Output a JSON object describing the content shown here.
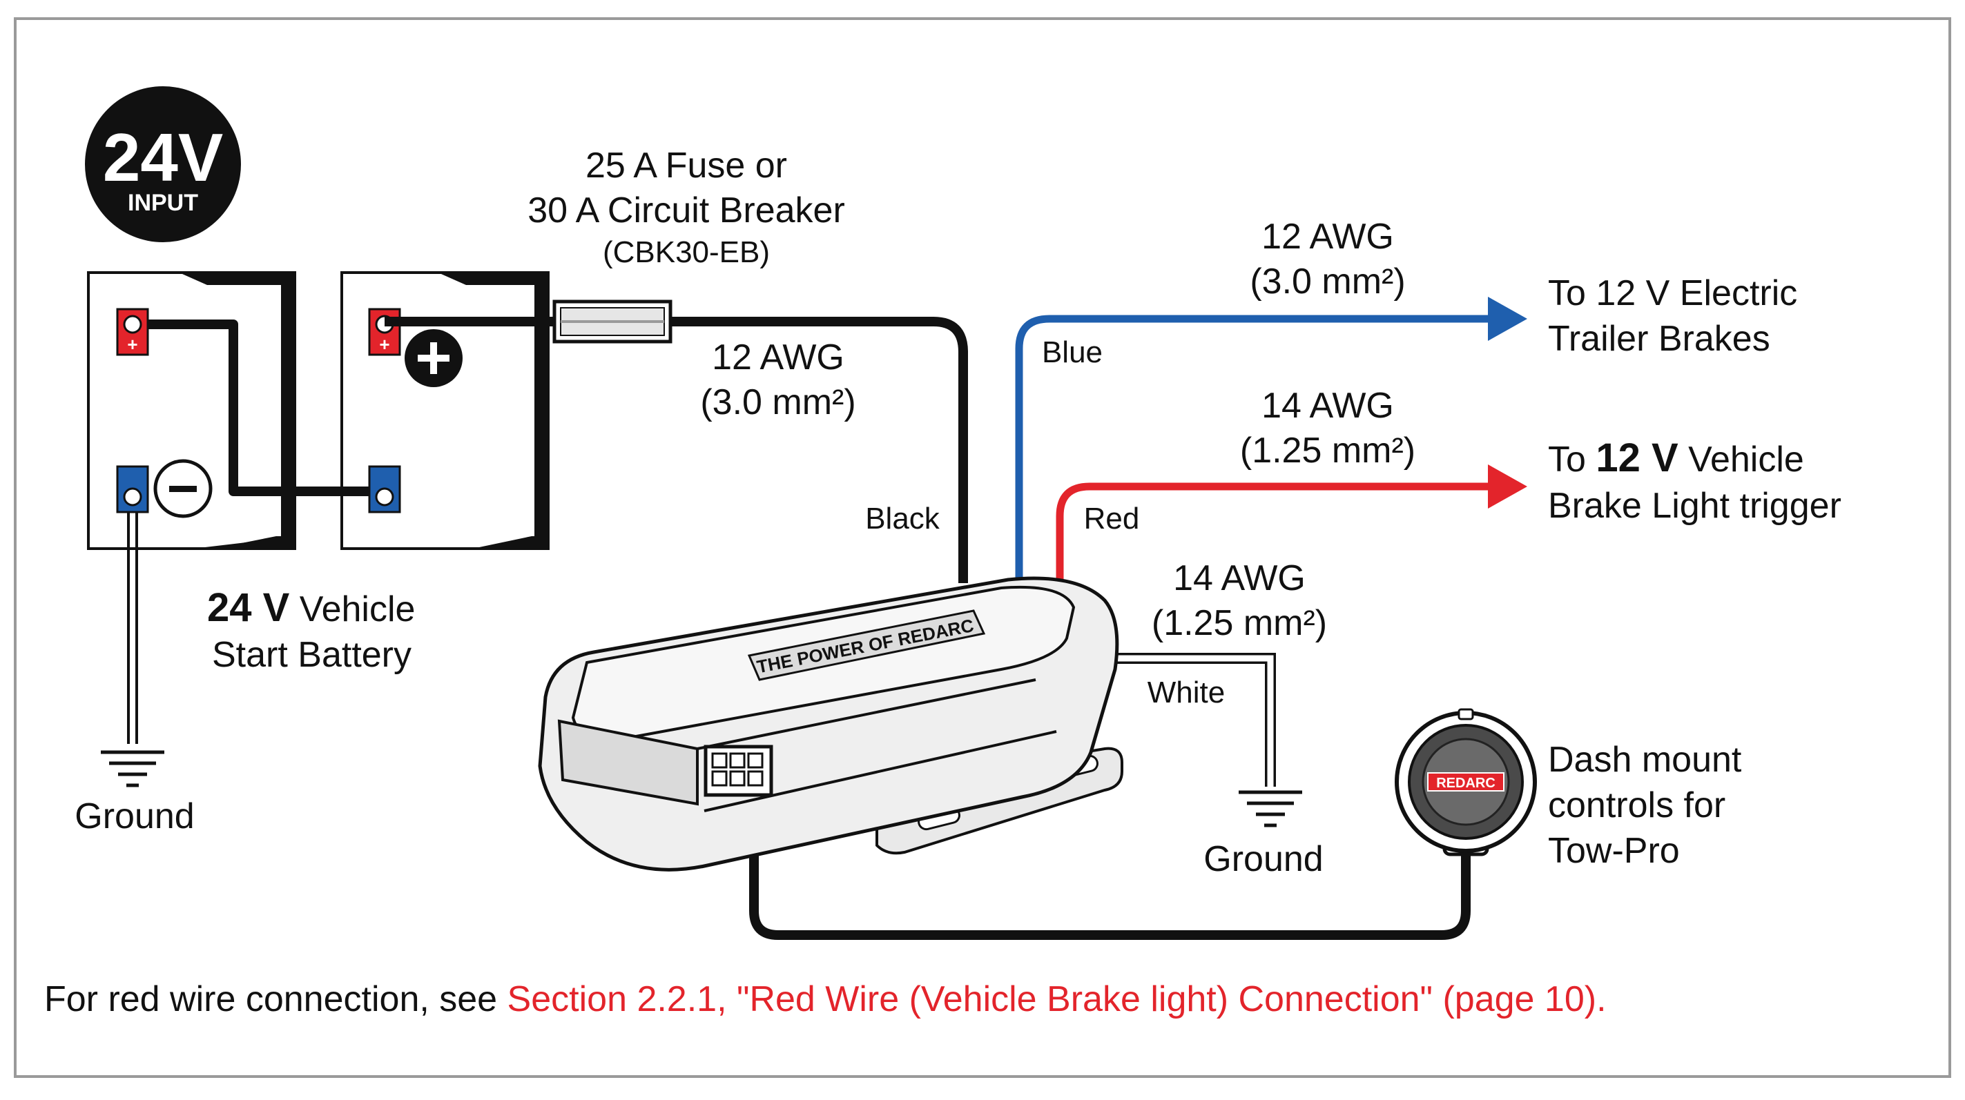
{
  "badge": {
    "voltage": "24V",
    "caption": "INPUT"
  },
  "fuse": {
    "line1": "25 A Fuse or",
    "line2": "30 A Circuit Breaker",
    "line3": "(CBK30-EB)"
  },
  "battery": {
    "bold": "24 V",
    "rest": " Vehicle",
    "line2": "Start Battery",
    "ground": "Ground"
  },
  "wires": {
    "black": {
      "awg": "12 AWG",
      "mm": "(3.0 mm²)",
      "color_name": "Black",
      "color": "#111111"
    },
    "blue": {
      "awg": "12 AWG",
      "mm": "(3.0 mm²)",
      "color_name": "Blue",
      "color": "#1f5fae"
    },
    "red": {
      "awg": "14 AWG",
      "mm": "(1.25 mm²)",
      "color_name": "Red",
      "color": "#e3242b"
    },
    "white": {
      "awg": "14 AWG",
      "mm": "(1.25 mm²)",
      "color_name": "White",
      "color": "#ffffff"
    }
  },
  "destinations": {
    "blue": {
      "line1": "To 12 V Electric",
      "line2": "Trailer Brakes"
    },
    "red": {
      "pre": "To ",
      "bold": "12 V",
      "post": " Vehicle",
      "line2": "Brake Light trigger"
    },
    "white_ground": "Ground"
  },
  "controller": {
    "brand": "THE POWER OF REDARC"
  },
  "dash": {
    "brand": "REDARC",
    "line1": "Dash mount",
    "line2": "controls for",
    "line3": "Tow-Pro"
  },
  "terminals": {
    "positive": "+",
    "negative": "−"
  },
  "footer": {
    "prefix": "For red wire connection, see ",
    "link": "Section 2.2.1, \"Red Wire (Vehicle Brake light) Connection\" (page 10)."
  }
}
